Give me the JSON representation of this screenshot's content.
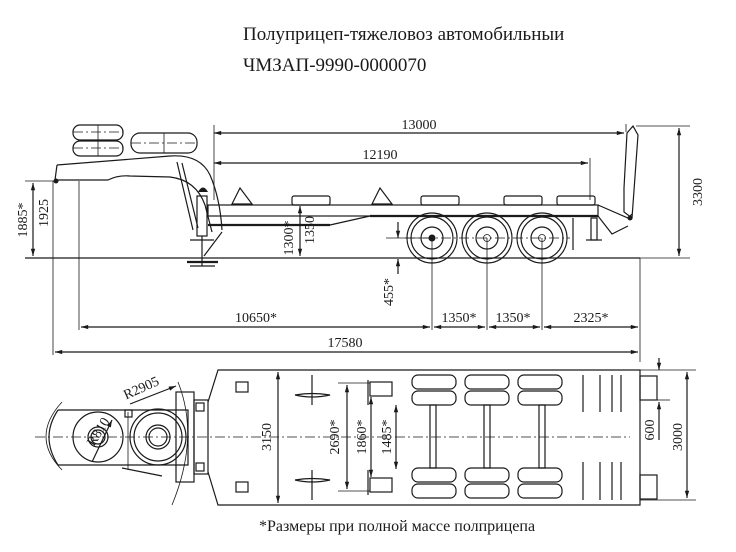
{
  "title": {
    "line1": "Полуприцеп-тяжеловоз автомобильныи",
    "line2": "ЧМЗАП-9990-0000070"
  },
  "footnote": "*Размеры при полной массе полприцепа",
  "side_view": {
    "dimensions": {
      "deck_length_total": "13000",
      "deck_length_platform": "12190",
      "height_ramp": "3300",
      "height_fifth_wheel_loaded": "1885*",
      "height_fifth_wheel": "1925",
      "deck_height_loaded": "1300*",
      "deck_height": "1350",
      "ground_clearance_loaded": "455*",
      "kingpin_to_axle1": "10650*",
      "axle_spacing_1": "1350*",
      "axle_spacing_2": "1350*",
      "rear_overhang": "2325*",
      "overall_length": "17580"
    }
  },
  "top_view": {
    "dimensions": {
      "radius_front": "R810",
      "radius_swing": "R2905",
      "width_gooseneck": "3150",
      "track_outer": "2690*",
      "track_mid": "1860*",
      "track_inner": "1485*",
      "ramp_gap": "600",
      "width_rear": "3000"
    }
  }
}
